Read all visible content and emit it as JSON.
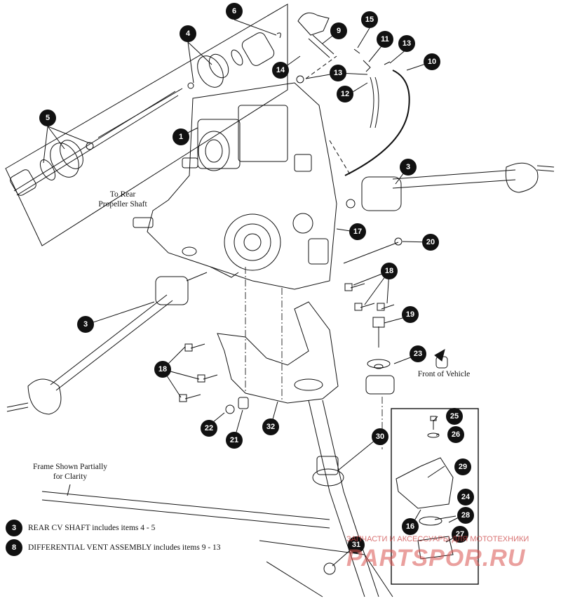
{
  "callouts": [
    {
      "key": "1",
      "label": "1"
    },
    {
      "key": "3a",
      "label": "3"
    },
    {
      "key": "3b",
      "label": "3"
    },
    {
      "key": "4",
      "label": "4"
    },
    {
      "key": "5",
      "label": "5"
    },
    {
      "key": "6",
      "label": "6"
    },
    {
      "key": "9",
      "label": "9"
    },
    {
      "key": "10",
      "label": "10"
    },
    {
      "key": "11",
      "label": "11"
    },
    {
      "key": "12",
      "label": "12"
    },
    {
      "key": "13a",
      "label": "13"
    },
    {
      "key": "13b",
      "label": "13"
    },
    {
      "key": "14",
      "label": "14"
    },
    {
      "key": "15",
      "label": "15"
    },
    {
      "key": "16",
      "label": "16"
    },
    {
      "key": "17",
      "label": "17"
    },
    {
      "key": "18a",
      "label": "18"
    },
    {
      "key": "18b",
      "label": "18"
    },
    {
      "key": "19",
      "label": "19"
    },
    {
      "key": "20",
      "label": "20"
    },
    {
      "key": "21",
      "label": "21"
    },
    {
      "key": "22",
      "label": "22"
    },
    {
      "key": "23",
      "label": "23"
    },
    {
      "key": "24",
      "label": "24"
    },
    {
      "key": "25",
      "label": "25"
    },
    {
      "key": "26",
      "label": "26"
    },
    {
      "key": "27",
      "label": "27"
    },
    {
      "key": "28",
      "label": "28"
    },
    {
      "key": "29",
      "label": "29"
    },
    {
      "key": "30",
      "label": "30"
    },
    {
      "key": "31",
      "label": "31"
    },
    {
      "key": "32",
      "label": "32"
    }
  ],
  "labels": {
    "rear_propeller_line1": "To Rear",
    "rear_propeller_line2": "Propeller Shaft",
    "front_of_vehicle": "Front of Vehicle",
    "frame_note_line1": "Frame Shown Partially",
    "frame_note_line2": "for Clarity"
  },
  "legend": [
    {
      "number": "3",
      "text": "REAR CV SHAFT includes items 4 - 5"
    },
    {
      "number": "8",
      "text": "DIFFERENTIAL VENT ASSEMBLY includes items 9 - 13"
    }
  ],
  "watermark": {
    "line1": "ЗАПЧАСТИ И АКСЕССУАРЫ ДЛЯ МОТОТЕХНИКИ",
    "line2": "PARTSPOR.RU",
    "color": "#d9534f"
  },
  "colors": {
    "ink": "#111111",
    "callout_bg": "#111111",
    "callout_text": "#ffffff"
  }
}
